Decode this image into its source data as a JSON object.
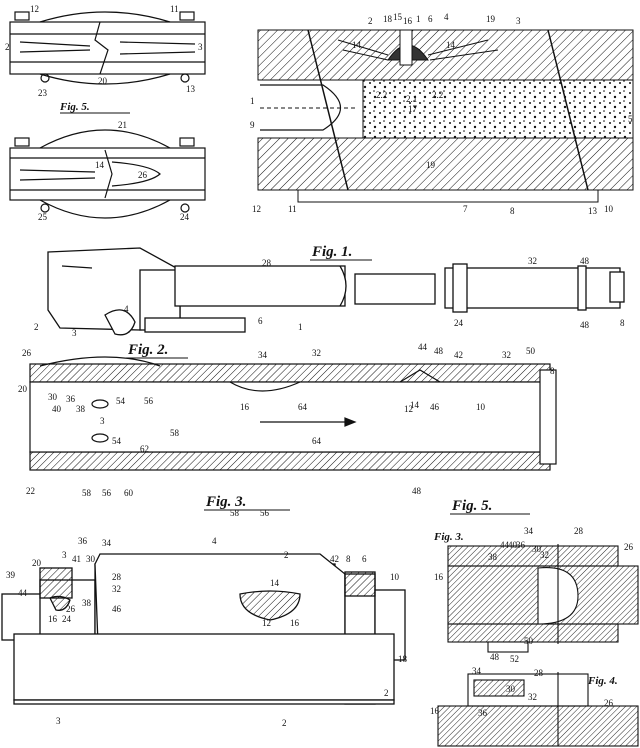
{
  "panel_a": {
    "caption": "Fig. 5.",
    "labels": [
      "12",
      "11",
      "13",
      "2",
      "3",
      "20",
      "21",
      "23",
      "25",
      "24",
      "26",
      "14"
    ]
  },
  "panel_b": {
    "labels": [
      "2",
      "18",
      "15",
      "16",
      "6",
      "1",
      "4",
      "19",
      "3",
      "14",
      "14",
      "1",
      "9",
      "2.2",
      "2.1",
      "2.2",
      "17",
      "5",
      "19",
      "12",
      "11",
      "7",
      "8",
      "13",
      "10"
    ]
  },
  "panel_c": {
    "fig1_caption": "Fig. 1.",
    "fig2_caption": "Fig. 2.",
    "fig3_caption": "Fig. 3.",
    "fig5_caption": "Fig. 5.",
    "labels": [
      "28",
      "32",
      "48",
      "2",
      "3",
      "4",
      "6",
      "1",
      "24",
      "48",
      "8",
      "26",
      "34",
      "32",
      "44",
      "48",
      "42",
      "32",
      "50",
      "8",
      "20",
      "30",
      "36",
      "40",
      "38",
      "54",
      "56",
      "16",
      "64",
      "14",
      "12",
      "46",
      "10",
      "3",
      "54",
      "58",
      "62",
      "64",
      "22",
      "58",
      "56",
      "60",
      "48",
      "58",
      "56"
    ]
  },
  "panel_d": {
    "labels": [
      "36",
      "34",
      "20",
      "3",
      "41",
      "30",
      "2",
      "4",
      "42",
      "8",
      "6",
      "10",
      "39",
      "44",
      "28",
      "32",
      "46",
      "14",
      "26",
      "38",
      "16",
      "24",
      "12",
      "16",
      "18",
      "3",
      "2",
      "2"
    ]
  },
  "panel_e": {
    "caption": "Fig. 3.",
    "labels": [
      "34",
      "28",
      "26",
      "44",
      "40",
      "36",
      "30",
      "38",
      "32",
      "16",
      "50",
      "48",
      "52"
    ]
  },
  "panel_f": {
    "caption": "Fig. 4.",
    "labels": [
      "34",
      "28",
      "30",
      "32",
      "36",
      "16",
      "26"
    ]
  }
}
